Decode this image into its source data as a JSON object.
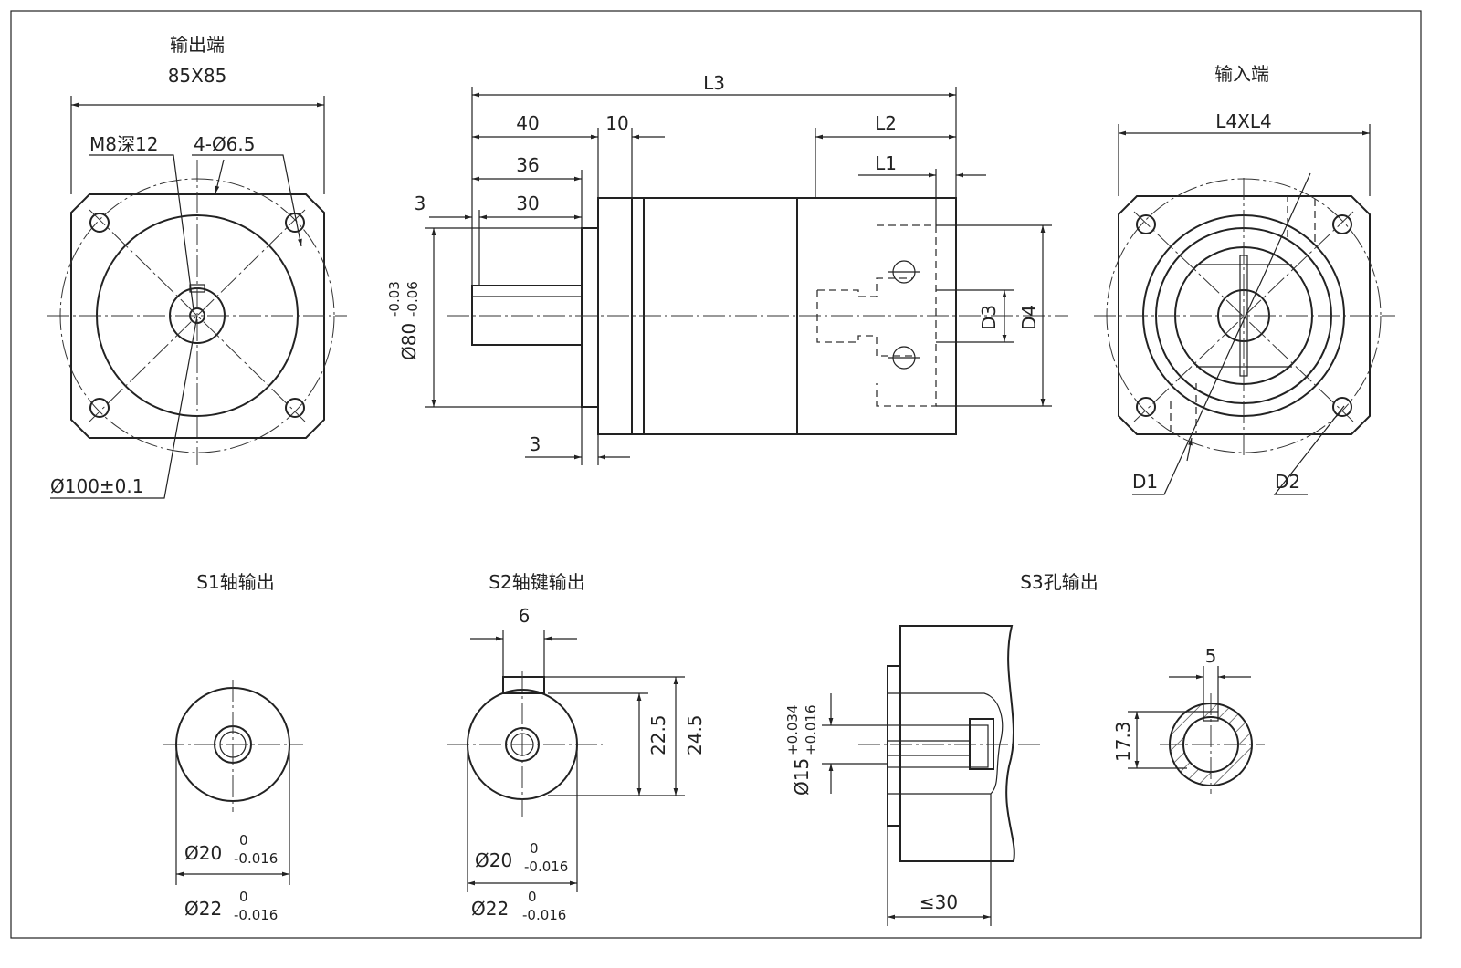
{
  "output_end": {
    "title": "输出端",
    "size": "85X85",
    "width_dim": "",
    "tap_label": "M8深12",
    "holes_label": "4-Ø6.5",
    "pcd_label": "Ø100±0.1"
  },
  "side_view": {
    "L3": "L3",
    "d40": "40",
    "d10": "10",
    "d36": "36",
    "d30": "30",
    "d3_top": "3",
    "L2": "L2",
    "L1": "L1",
    "d3_bottom": "3",
    "pilot": "Ø80",
    "pilot_tol_upper": "-0.03",
    "pilot_tol_lower": "-0.06",
    "D3": "D3",
    "D4": "D4"
  },
  "input_end": {
    "title": "输入端",
    "size": "L4XL4",
    "D1": "D1",
    "D2": "D2"
  },
  "s1": {
    "title": "S1轴输出",
    "d20": "Ø20",
    "d20_up": "0",
    "d20_lo": "-0.016",
    "d22": "Ø22",
    "d22_up": "0",
    "d22_lo": "-0.016"
  },
  "s2": {
    "title": "S2轴键输出",
    "key": "6",
    "h1": "22.5",
    "h2": "24.5",
    "d20": "Ø20",
    "d20_up": "0",
    "d20_lo": "-0.016",
    "d22": "Ø22",
    "d22_up": "0",
    "d22_lo": "-0.016"
  },
  "s3": {
    "title": "S3孔输出",
    "bore": "Ø15",
    "bore_up": "+0.034",
    "bore_lo": "+0.016",
    "depth": "≤30",
    "key": "5",
    "height": "17.3"
  }
}
